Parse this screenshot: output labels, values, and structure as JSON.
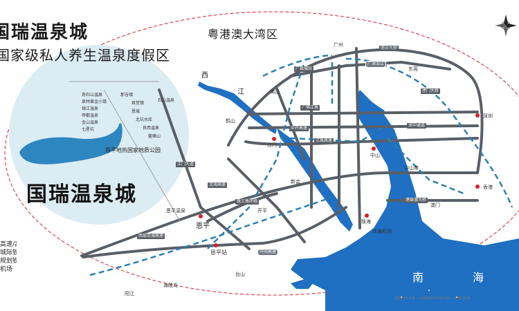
{
  "brand": {
    "title": "国瑞温泉城",
    "subtitle": "国家级私人养生温泉度假区",
    "inset_logo": "国瑞温泉城",
    "inset_park": "恩平地热国家地质公园"
  },
  "region": {
    "label": "粤港澳大湾区"
  },
  "river_labels": {
    "xi": "西",
    "jiang": "江"
  },
  "sea": {
    "part1": "南",
    "part2": "海"
  },
  "places": {
    "enping": "恩平",
    "enping_station": "恩平站",
    "jiangmen": "江门",
    "zhongshan": "中山",
    "zhuhai": "珠海",
    "zhuhai_airport": "珠海机场",
    "foshan": "佛山",
    "guangzhou": "广州",
    "dongguan": "东莞",
    "shenzhen": "深圳",
    "hongkong": "香港",
    "macao": "澳门",
    "kaiping": "开平",
    "taishan": "台山",
    "xinhui": "新会",
    "heshan": "鹤山",
    "enping_hot_spring": "恩平温泉",
    "yangjiang": "阳江",
    "hailing_island": "海陵岛",
    "zhongshan_south": "中山南"
  },
  "roads": {
    "r1": "西部沿海高速",
    "r2": "江门大道",
    "r3": "珠三角环线",
    "r4": "广珠城际",
    "r5": "广佛江珠",
    "r6": "中开高速",
    "r7": "江珠高速",
    "r8": "港珠澳大桥",
    "r9": "深中通道",
    "r10": "虎门大桥",
    "r11": "南沙大桥",
    "r12": "沈海高速",
    "r13": "开阳高速",
    "r14": "广深沿江"
  },
  "inset_items": [
    "奇石山温泉",
    "泉林黄金小镇",
    "锦江温泉",
    "帝都温泉",
    "金山温泉",
    "七星坑",
    "那吉镇",
    "君堂镇",
    "恩城",
    "北坑水库",
    "良西温泉",
    "鳌峰山",
    "石山温泉"
  ],
  "legend": [
    "高速/高速",
    "城际铁路",
    "规划铁路",
    "机场"
  ],
  "footnote": "本图仅为示意，以政府最终规划为准，非要约承诺",
  "colors": {
    "sea": "#1f6fc2",
    "road": "#5a5f66",
    "rail_dash": "#2a7fb0",
    "ellipse": "#d81e2a",
    "inset_bg": "#dcecf3",
    "lake": "#2e86c1"
  }
}
